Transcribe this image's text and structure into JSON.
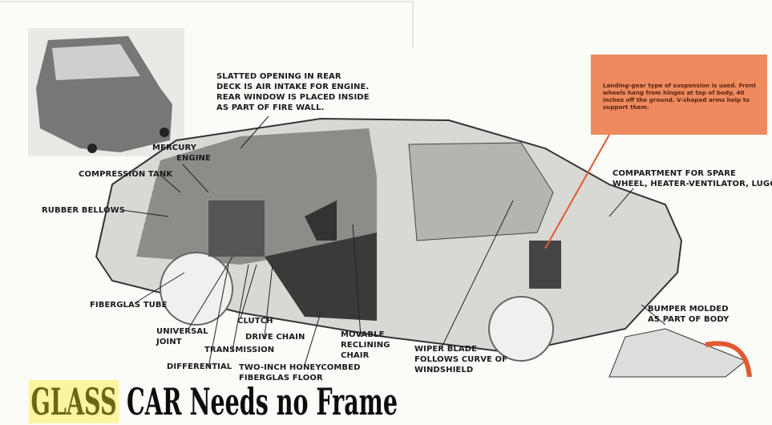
{
  "title": {
    "highlight": "GLASS",
    "rest": "CAR Needs no Frame"
  },
  "callout_box": {
    "text": "Landing-gear type of suspension is used. Front wheels hang from hinges at top of body, 40 inches off the ground. V-shaped arms help to support them.",
    "color": "#ee8a5e"
  },
  "labels": {
    "slatted": [
      "SLATTED OPENING IN REAR",
      "DECK IS AIR INTAKE FOR ENGINE.",
      "REAR WINDOW IS PLACED INSIDE",
      "AS PART OF FIRE WALL."
    ],
    "mercury_engine": [
      "MERCURY",
      "ENGINE"
    ],
    "compression_tank": "COMPRESSION TANK",
    "rubber_bellows": "RUBBER BELLOWS",
    "fiberglas_tube": "FIBERGLAS TUBE",
    "universal_joint": [
      "UNIVERSAL",
      "JOINT"
    ],
    "clutch": "CLUTCH",
    "drive_chain": "DRIVE CHAIN",
    "transmission": "TRANSMISSION",
    "differential": "DIFFERENTIAL",
    "floor": [
      "TWO-INCH HONEYCOMBED",
      "FIBERGLAS FLOOR"
    ],
    "chair": [
      "MOVABLE",
      "RECLINING",
      "CHAIR"
    ],
    "wiper": [
      "WIPER BLADE",
      "FOLLOWS CURVE OF",
      "WINDSHIELD"
    ],
    "compartment": [
      "COMPARTMENT FOR SPARE",
      "WHEEL, HEATER-VENTILATOR, LUGGAGE"
    ],
    "bumper": [
      "BUMPER MOLDED",
      "AS PART OF BODY"
    ]
  }
}
